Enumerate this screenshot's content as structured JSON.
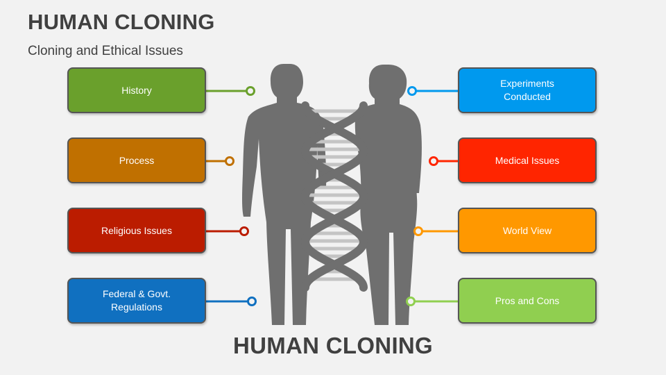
{
  "title": "HUMAN CLONING",
  "subtitle": "Cloning and Ethical Issues",
  "center_label": "HUMAN CLONING",
  "left_items": [
    {
      "label": "History",
      "color": "#6aa02c"
    },
    {
      "label": "Process",
      "color": "#c07000"
    },
    {
      "label": "Religious Issues",
      "color": "#bb1c00"
    },
    {
      "label": "Federal & Govt.\nRegulations",
      "color": "#1070c0"
    }
  ],
  "right_items": [
    {
      "label": "Experiments\nConducted",
      "color": "#0099ee"
    },
    {
      "label": "Medical Issues",
      "color": "#ff2500"
    },
    {
      "label": "World View",
      "color": "#ff9800"
    },
    {
      "label": "Pros and Cons",
      "color": "#90cf50"
    }
  ],
  "icons": [
    "male-silhouette-icon",
    "female-silhouette-icon",
    "dna-helix-icon"
  ],
  "silhouette_color": "#6f6f6f",
  "helix_color": "#6f6f6f",
  "rung_color": "#c4c4c4"
}
